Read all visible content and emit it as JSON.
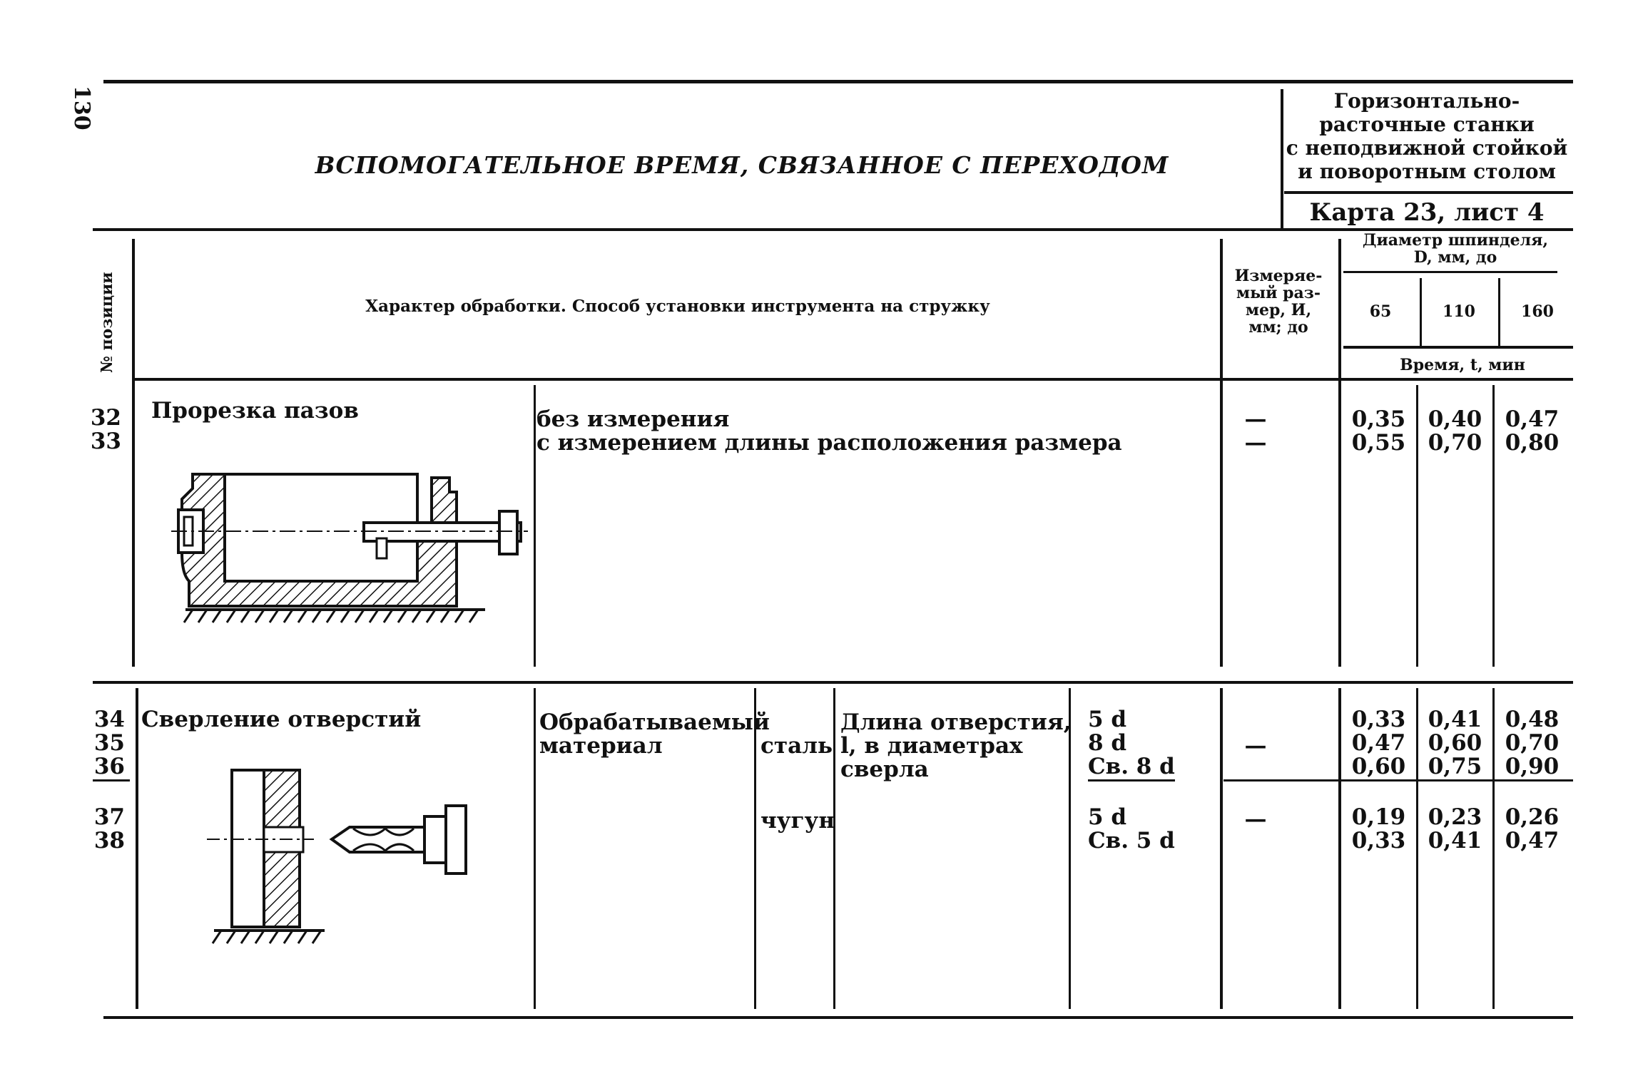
{
  "page_number": "130",
  "title": "ВСПОМОГАТЕЛЬНОЕ ВРЕМЯ,   СВЯЗАННОЕ С ПЕРЕХОДОМ",
  "machine_type": "Горизонтально-\nрасточные станки\nс неподвижной стойкой\nи поворотным столом",
  "card_label": "Карта 23, лист 4",
  "header": {
    "position_no": "№ позиции",
    "character": "Характер обработки. Способ установки инструмента на стружку",
    "measured_size": "Измеряе-\nмый раз-\nмер, И,\nмм; до",
    "spindle_diameter": "Диаметр шпинделя,\nD, мм, до",
    "diameters": [
      "65",
      "110",
      "160"
    ],
    "time_label": "Время, t, мин"
  },
  "section1": {
    "name": "Прорезка пазов",
    "positions": "32\n33",
    "methods": "без измерения\nс измерением длины расположения размера",
    "measured": [
      "—",
      "—"
    ],
    "col65": "0,35\n0,55",
    "col110": "0,40\n0,70",
    "col160": "0,47\n0,80"
  },
  "section2": {
    "name": "Сверление отверстий",
    "positions_a": "34\n35\n36",
    "positions_b": "37\n38",
    "material_label": "Обрабатываемый\n   материал",
    "steel": "сталь",
    "cast_iron": "чугун",
    "length_label": "Длина отверстия,\nl, в диаметрах\nсверла",
    "lengths_a": "5 d\n8 d\nСв. 8 d",
    "lengths_b": "5 d\nСв. 5 d",
    "measured": [
      "—",
      "—"
    ],
    "col65_a": "0,33\n0,47\n0,60",
    "col110_a": "0,41\n0,60\n0,75",
    "col160_a": "0,48\n0,70\n0,90",
    "col65_b": "0,19\n0,33",
    "col110_b": "0,23\n0,41",
    "col160_b": "0,26\n0,47"
  }
}
